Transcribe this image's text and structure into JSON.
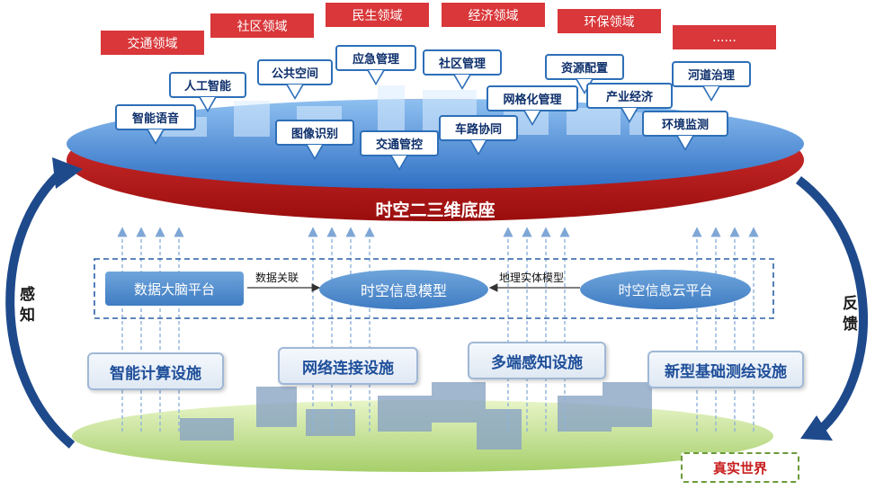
{
  "domains": [
    "交通领域",
    "社区领域",
    "民生领域",
    "经济领域",
    "环保领域",
    "......"
  ],
  "callouts": [
    "人工智能",
    "智能语音",
    "公共空间",
    "应急管理",
    "社区管理",
    "图像识别",
    "交通管控",
    "车路协同",
    "网格化管理",
    "资源配置",
    "产业经济",
    "河道治理",
    "环境监测"
  ],
  "base_title": "时空二三维底座",
  "platform": {
    "data_brain": "数据大脑平台",
    "info_model": "时空信息模型",
    "cloud": "时空信息云平台",
    "link_left": "数据关联",
    "link_right": "地理实体模型"
  },
  "facilities": [
    "智能计算设施",
    "网络连接设施",
    "多端感知设施",
    "新型基础测绘设施"
  ],
  "sides": {
    "left": "感知",
    "right": "反馈"
  },
  "real_world": "真实世界",
  "colors": {
    "domain_red": "#d9373a",
    "disc_blue": "#2f7ed8",
    "base_red": "#c81e1e",
    "arrow_navy": "#1e4a8c"
  }
}
